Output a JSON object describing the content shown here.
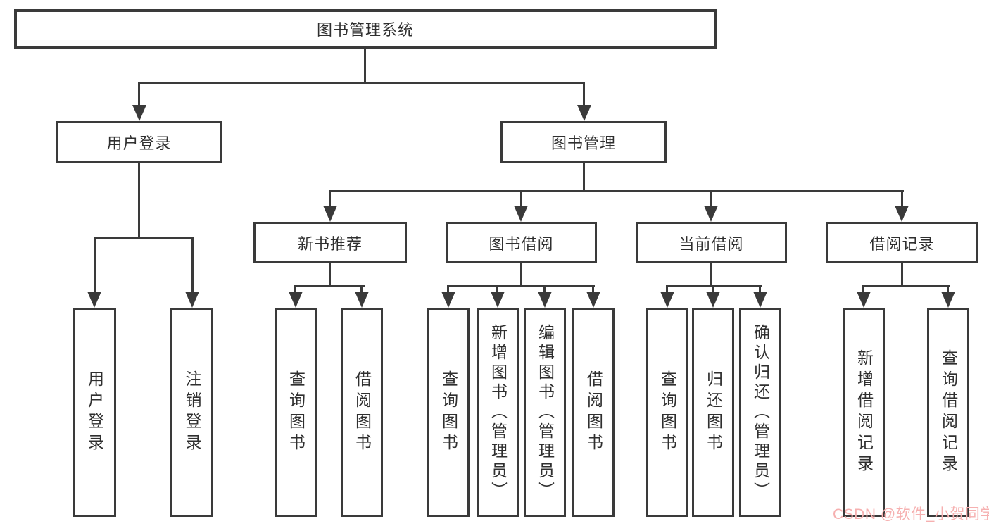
{
  "diagram": {
    "title": "图书管理系统",
    "type": "hierarchy-tree",
    "colors": {
      "line": "#3a3a3a",
      "box_background": "#ffffff",
      "text": "#2f2f2f",
      "watermark": "#f6b0b0"
    },
    "watermark": "CSDN @软件_小贺同学",
    "nodes": {
      "root": "图书管理系统",
      "user_login": "用户登录",
      "book_mgmt": "图书管理",
      "leaf_user_login": "用户登录",
      "leaf_logout": "注销登录",
      "new_book_rec": "新书推荐",
      "book_borrow": "图书借阅",
      "current_borrow": "当前借阅",
      "borrow_record": "借阅记录",
      "rec_query_book": "查询图书",
      "rec_borrow_book": "借阅图书",
      "bb_query_book": "查询图书",
      "bb_add_book": "新增图书（管理员）",
      "bb_edit_book": "编辑图书（管理员）",
      "bb_borrow_book": "借阅图书",
      "cb_query_book": "查询图书",
      "cb_return_book": "归还图书",
      "cb_confirm_return": "确认归还（管理员）",
      "br_add_record": "新增借阅记录",
      "br_query_record": "查询借阅记录"
    },
    "hierarchy": {
      "图书管理系统": [
        "用户登录",
        "图书管理"
      ],
      "用户登录": [
        "用户登录",
        "注销登录"
      ],
      "图书管理": [
        "新书推荐",
        "图书借阅",
        "当前借阅",
        "借阅记录"
      ],
      "新书推荐": [
        "查询图书",
        "借阅图书"
      ],
      "图书借阅": [
        "查询图书",
        "新增图书（管理员）",
        "编辑图书（管理员）",
        "借阅图书"
      ],
      "当前借阅": [
        "查询图书",
        "归还图书",
        "确认归还（管理员）"
      ],
      "借阅记录": [
        "新增借阅记录",
        "查询借阅记录"
      ]
    }
  }
}
